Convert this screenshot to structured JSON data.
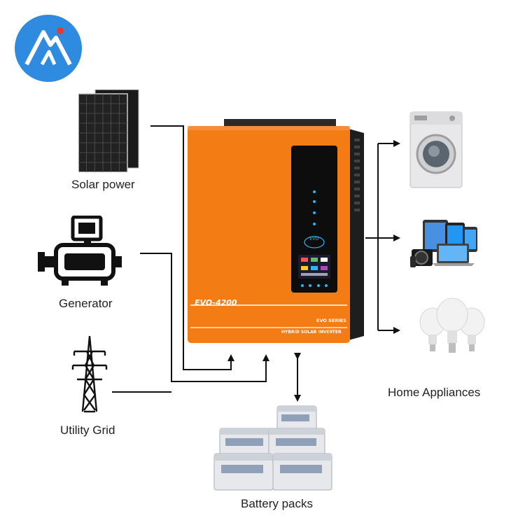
{
  "labels": {
    "solar": "Solar power",
    "generator": "Generator",
    "grid": "Utility Grid",
    "appliances": "Home Appliances",
    "battery": "Battery packs"
  },
  "inverter": {
    "model": "EVO-4200",
    "series": "EVO SERIES",
    "subtitle": "HYBRID SOLAR INVERTER",
    "logo": "EVO",
    "body_color": "#f47c14"
  },
  "icons": {
    "brand_logo": "brand-logo-icon",
    "solar": "solar-panel-icon",
    "generator": "generator-icon",
    "grid": "power-tower-icon",
    "washer": "washing-machine-icon",
    "electronics": "electronics-icon",
    "bulbs": "light-bulb-icon",
    "batteries": "battery-pack-icon"
  }
}
